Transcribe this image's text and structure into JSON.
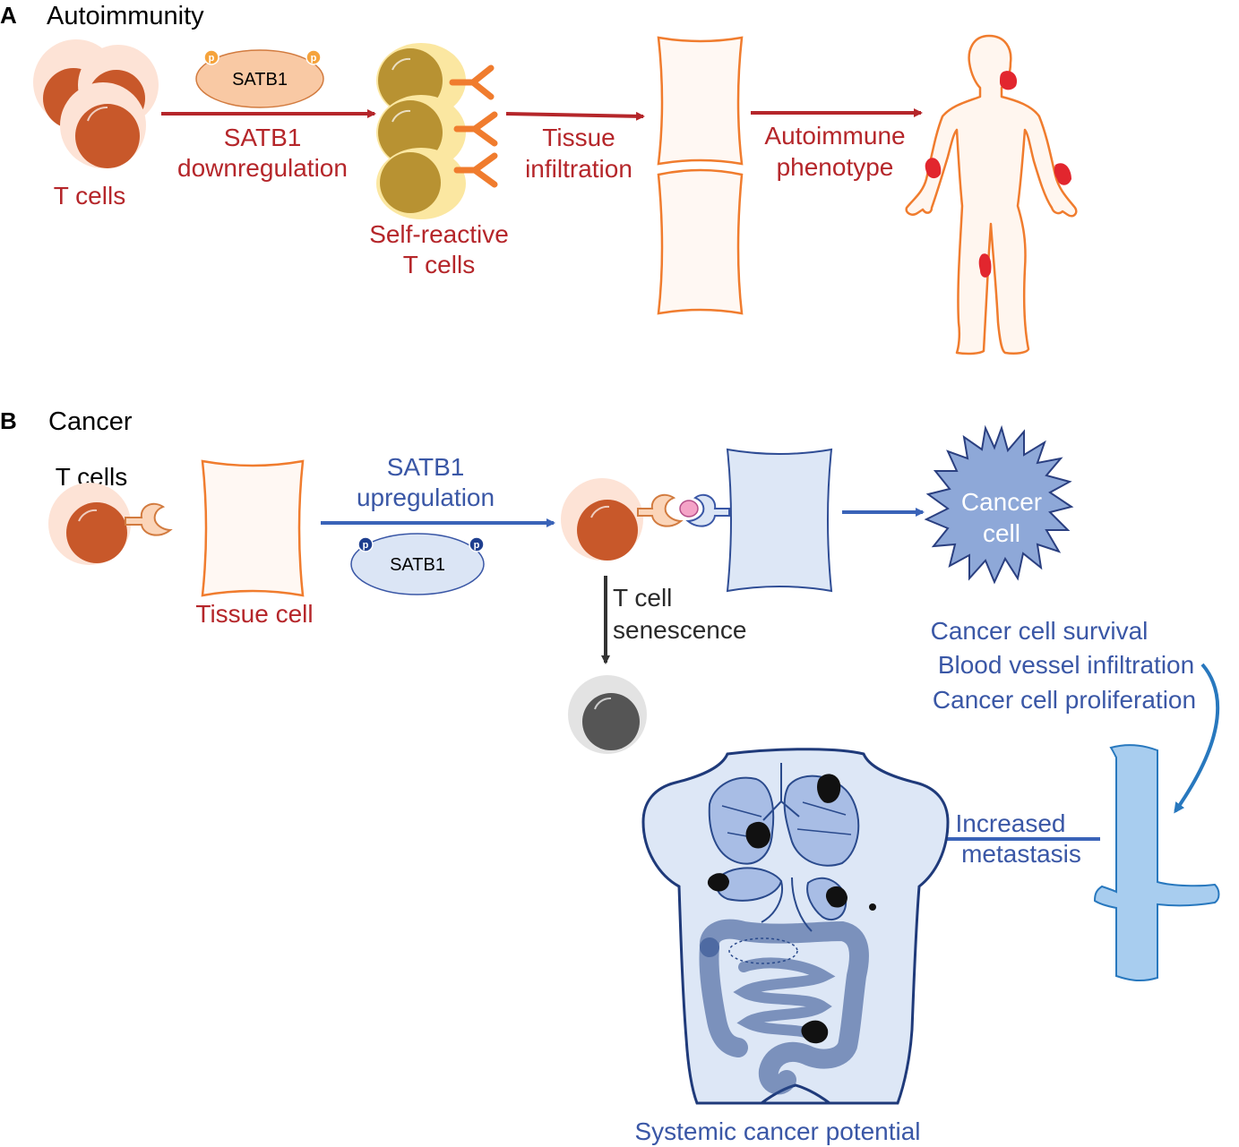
{
  "panel_a": {
    "letter": "A",
    "title": "Autoimmunity",
    "t_cells": "T cells",
    "satb1_protein": "SATB1",
    "phospho": "p",
    "arrow1_line1": "SATB1",
    "arrow1_line2": "downregulation",
    "self_reactive_line1": "Self-reactive",
    "self_reactive_line2": "T cells",
    "arrow2_line1": "Tissue",
    "arrow2_line2": "infiltration",
    "arrow3_line1": "Autoimmune",
    "arrow3_line2": "phenotype"
  },
  "panel_b": {
    "letter": "B",
    "title": "Cancer",
    "t_cells": "T cells",
    "tissue_cell": "Tissue cell",
    "arrow1_line1": "SATB1",
    "arrow1_line2": "upregulation",
    "satb1_protein": "SATB1",
    "phospho": "p",
    "senescence_line1": "T cell",
    "senescence_line2": "senescence",
    "cancer_cell_line1": "Cancer",
    "cancer_cell_line2": "cell",
    "outcomes": [
      "Cancer cell survival",
      "Blood vessel infiltration",
      "Cancer cell proliferation"
    ],
    "metastasis_line1": "Increased",
    "metastasis_line2": "metastasis",
    "systemic": "Systemic cancer potential"
  },
  "colors": {
    "autoimmune_red": "#b5262a",
    "cancer_blue": "#3a57a6",
    "t_cell_orange": "#c8582a",
    "self_reactive_gold": "#b89232",
    "tissue_orange": "#f07c2e",
    "lesion_red": "#e2262e"
  }
}
